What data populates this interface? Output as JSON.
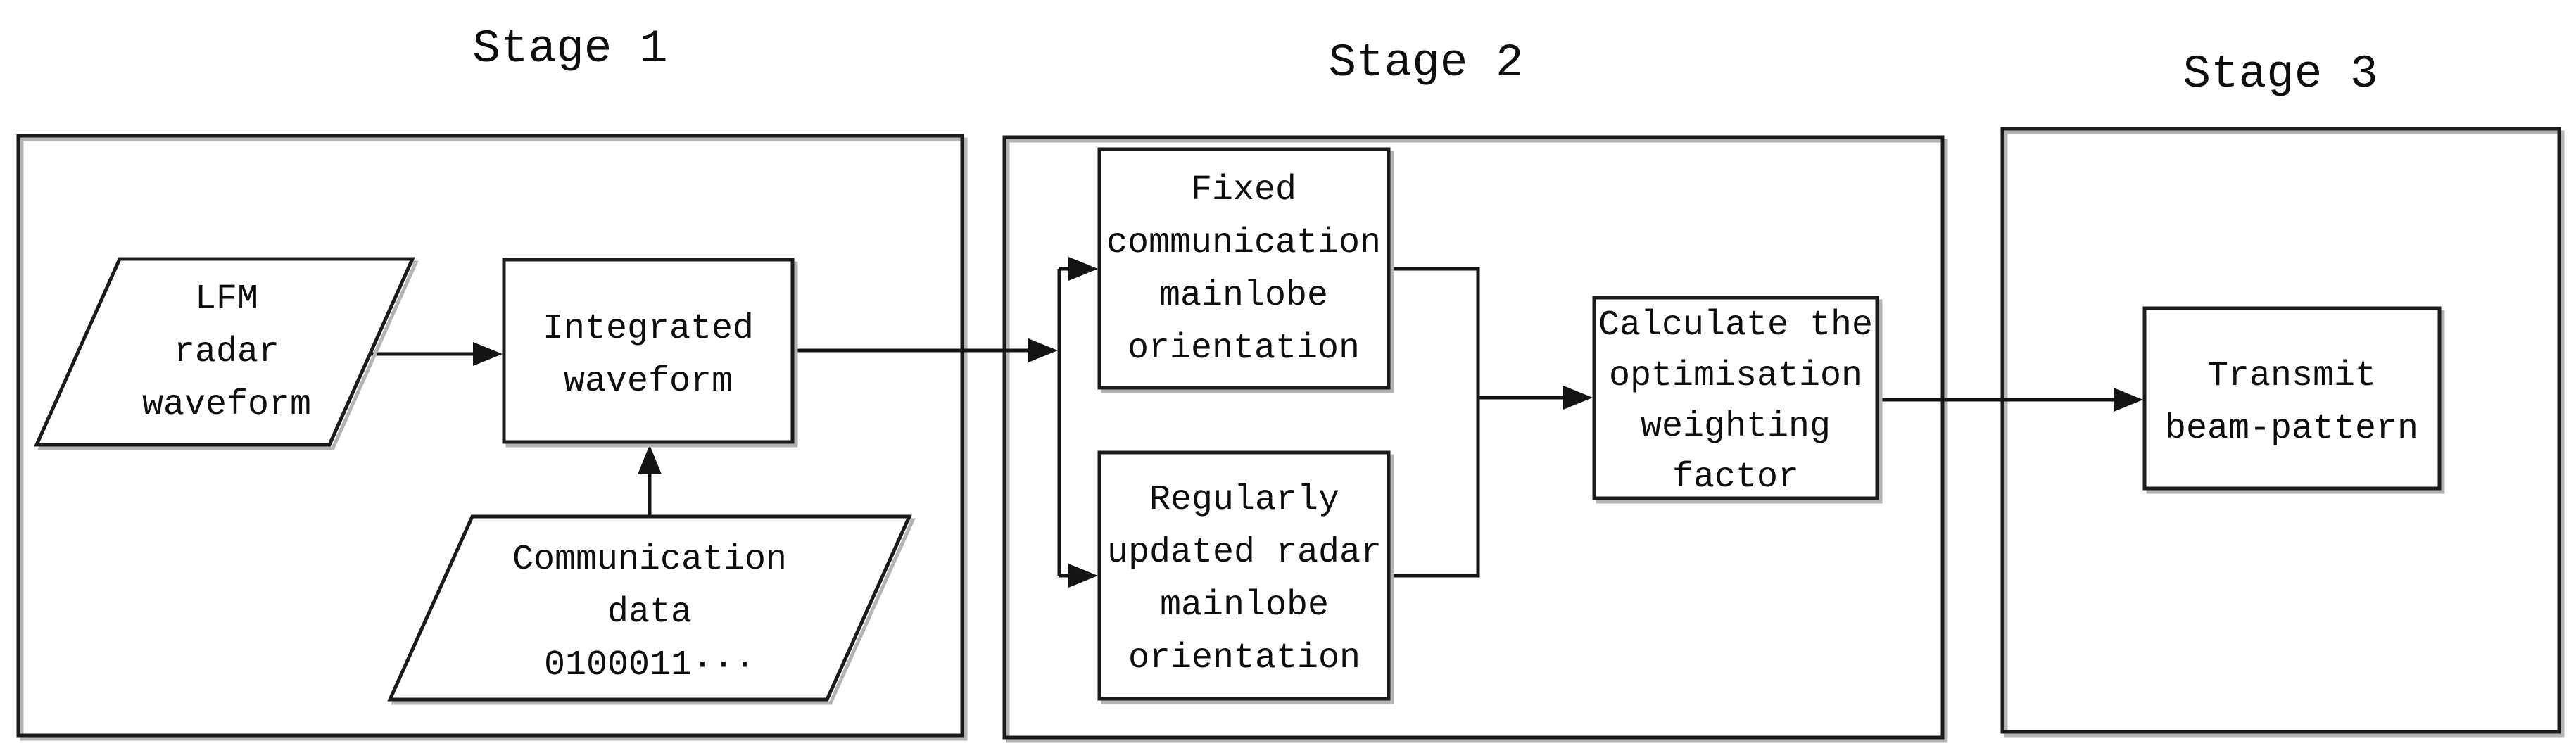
{
  "figure": {
    "type": "flowchart",
    "stages": [
      {
        "label": "Stage 1"
      },
      {
        "label": "Stage 2"
      },
      {
        "label": "Stage 3"
      }
    ],
    "nodes": {
      "lfm_radar_waveform": {
        "shape": "parallelogram",
        "stage": "Stage 1",
        "lines": [
          "LFM",
          "radar",
          "waveform"
        ]
      },
      "integrated_waveform": {
        "shape": "process-rect",
        "stage": "Stage 1",
        "lines": [
          "Integrated",
          "waveform"
        ]
      },
      "communication_data": {
        "shape": "parallelogram",
        "stage": "Stage 1",
        "lines": [
          "Communication",
          "data",
          "0100011···"
        ]
      },
      "fixed_comm_mainlobe": {
        "shape": "process-rect",
        "stage": "Stage 2",
        "lines": [
          "Fixed",
          "communication",
          "mainlobe",
          "orientation"
        ]
      },
      "regularly_updated_radar_mainlobe": {
        "shape": "process-rect",
        "stage": "Stage 2",
        "lines": [
          "Regularly",
          "updated radar",
          "mainlobe",
          "orientation"
        ]
      },
      "calculate_weighting_factor": {
        "shape": "process-rect",
        "stage": "Stage 2",
        "lines": [
          "Calculate the",
          "optimisation",
          "weighting",
          "factor"
        ]
      },
      "transmit_beam_pattern": {
        "shape": "process-rect",
        "stage": "Stage 3",
        "lines": [
          "Transmit",
          "beam-pattern"
        ]
      }
    },
    "flow": [
      "lfm_radar_waveform -> integrated_waveform",
      "communication_data -> integrated_waveform",
      "integrated_waveform -> fixed_comm_mainlobe",
      "integrated_waveform -> regularly_updated_radar_mainlobe",
      "fixed_comm_mainlobe -> calculate_weighting_factor",
      "regularly_updated_radar_mainlobe -> calculate_weighting_factor",
      "calculate_weighting_factor -> transmit_beam_pattern"
    ],
    "colors": {
      "background": "#ffffff",
      "line": "#1b1b1b",
      "connector": "#141414",
      "shadow": "#b4b4b4",
      "text": "#0e0e0e"
    }
  }
}
